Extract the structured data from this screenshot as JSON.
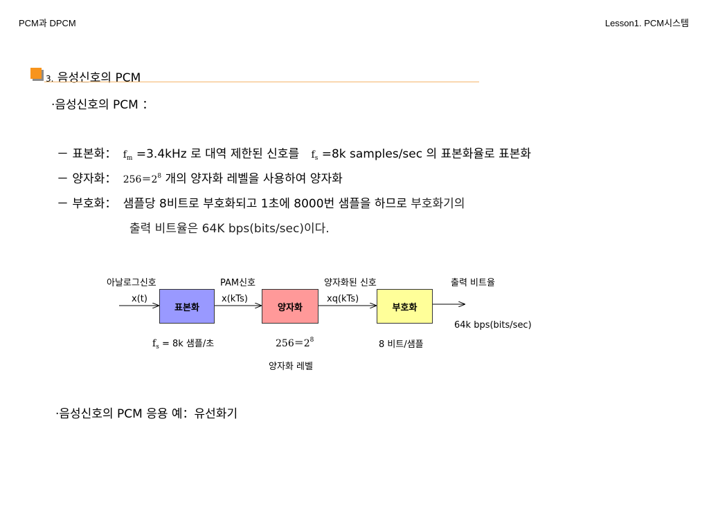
{
  "header": {
    "left": "PCM과 DPCM",
    "right": "Lesson1. PCM시스템"
  },
  "section": {
    "number": "3.",
    "title": "음성신호의 PCM"
  },
  "intro": "음성신호의 PCM ：",
  "items": {
    "sampling": {
      "label": "－ 표본화：",
      "sym_fm": "f",
      "sym_fm_sub": "m",
      "text_a": "=3.4kHz 로 대역 제한된 신호를",
      "sym_fs": "f",
      "sym_fs_sub": "s",
      "text_b": "=8k samples/sec 의 표본화율로 표본화"
    },
    "quantization": {
      "label": "－ 양자화：",
      "expr": "256＝2",
      "expr_sup": "8",
      "text": "개의 양자화 레벨을 사용하여 양자화"
    },
    "coding": {
      "label": "－ 부호화：",
      "text_a": "샘플당 8비트로 부호화되고 1초에 8000번 샘플을 하므로",
      "text_b": "부호화기의",
      "text_c": "출력 비트율은 64K bps(bits/sec)이다."
    }
  },
  "diagram": {
    "label_analog": "아날로그신호",
    "label_pam": "PAM신호",
    "label_quantized": "양자화된 신호",
    "label_output": "출력 비트율",
    "sig_xt": "x(t)",
    "sig_xkts": "x(kTs)",
    "sig_xqkts": "xq(kTs)",
    "box_sampler": "표본화",
    "box_quantizer": "양자화",
    "box_encoder": "부호화",
    "rate_output": "64k bps(bits/sec)",
    "note_fs": "f",
    "note_fs_sub": "s",
    "note_fs_text": " = 8k 샘플/초",
    "note_levels": "256＝2",
    "note_levels_sup": "8",
    "note_bits": "8 비트/샘플",
    "note_levels_label": "양자화 레벨",
    "colors": {
      "sampler": "#9999ff",
      "quantizer": "#ff9999",
      "encoder": "#ffff99"
    }
  },
  "application": "음성신호의 PCM  응용 예：유선화기"
}
